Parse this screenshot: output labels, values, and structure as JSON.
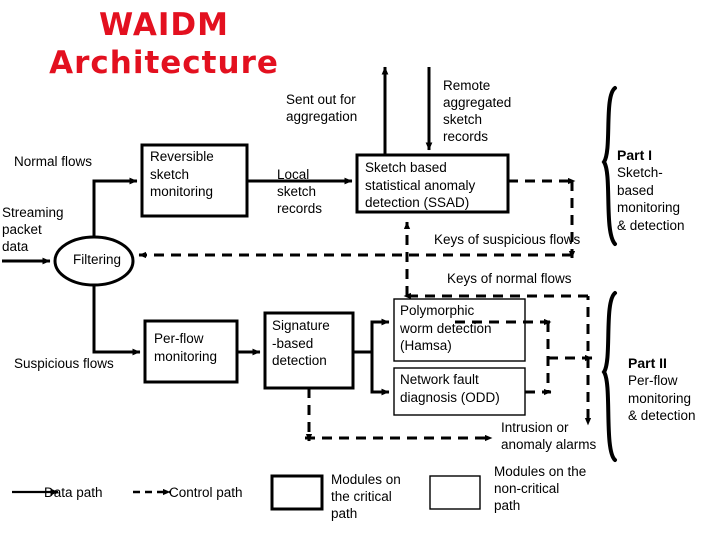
{
  "title": "WAIDM\nArchitecture",
  "title_color": "#e3101f",
  "bg_color": "#ffffff",
  "line_color": "#000000",
  "boxes": {
    "reversible_sketch": "Reversible\nsketch\nmonitoring",
    "ssad": "Sketch based\nstatistical anomaly\ndetection (SSAD)",
    "per_flow": "Per-flow\nmonitoring",
    "signature": "Signature\n-based\ndetection",
    "polymorphic": "Polymorphic\nworm detection\n(Hamsa)",
    "network_fault": "Network fault\ndiagnosis (ODD)",
    "filtering": "Filtering"
  },
  "edge_labels": {
    "normal_flows": "Normal flows",
    "streaming_packet_data": "Streaming\npacket\ndata",
    "suspicious_flows": "Suspicious flows",
    "sent_out_for_aggregation": "Sent out for\naggregation",
    "remote_aggregated_sketch_records": "Remote\naggregated\nsketch\nrecords",
    "local_sketch_records": "Local\nsketch\nrecords",
    "keys_of_suspicious_flows": "Keys of suspicious flows",
    "keys_of_normal_flows": "Keys of normal flows",
    "intrusion_or_anomaly_alarms": "Intrusion or\nanomaly alarms"
  },
  "parts": {
    "part1_title": "Part I",
    "part1_body": "Sketch-\nbased\nmonitoring\n& detection",
    "part2_title": "Part II",
    "part2_body": "Per-flow\nmonitoring\n& detection"
  },
  "legend": {
    "data_path": "Data path",
    "control_path": "Control path",
    "critical_modules": "Modules on\nthe critical\npath",
    "noncritical_modules": "Modules on the\nnon-critical\npath"
  }
}
